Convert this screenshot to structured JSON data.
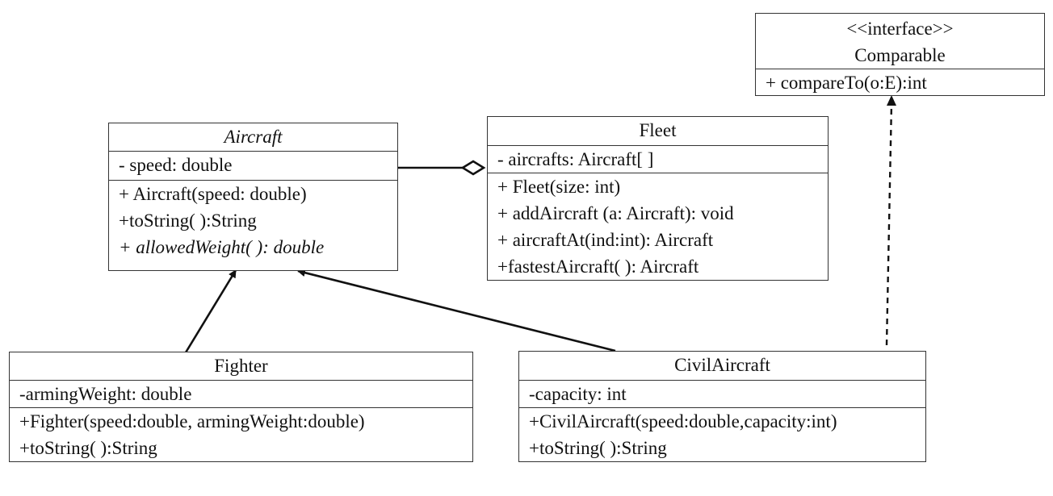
{
  "classes": {
    "comparable": {
      "stereotype": "<<interface>>",
      "name": "Comparable",
      "methods": [
        "+ compareTo(o:E):int"
      ]
    },
    "aircraft": {
      "name": "Aircraft",
      "attributes": [
        "- speed: double"
      ],
      "methods": [
        "+ Aircraft(speed: double)",
        "+toString( ):String",
        "+ allowedWeight( ): double"
      ]
    },
    "fleet": {
      "name": "Fleet",
      "attributes": [
        "- aircrafts: Aircraft[ ]"
      ],
      "methods": [
        "+ Fleet(size: int)",
        "+ addAircraft  (a: Aircraft): void",
        "+ aircraftAt(ind:int): Aircraft",
        "+fastestAircraft( ):  Aircraft"
      ]
    },
    "fighter": {
      "name": "Fighter",
      "attributes": [
        "-armingWeight: double"
      ],
      "methods": [
        "+Fighter(speed:double, armingWeight:double)",
        "+toString( ):String"
      ]
    },
    "civil": {
      "name": "CivilAircraft",
      "attributes": [
        "-capacity: int"
      ],
      "methods": [
        "+CivilAircraft(speed:double,capacity:int)",
        "+toString( ):String"
      ]
    }
  }
}
